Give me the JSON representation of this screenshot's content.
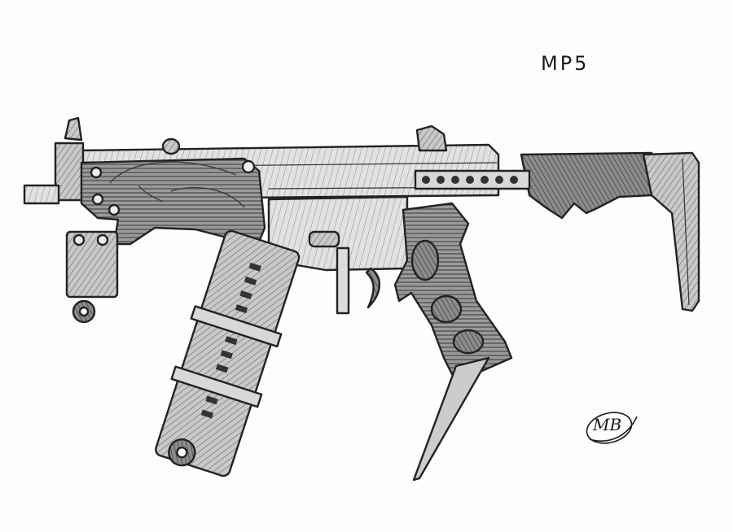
{
  "artwork": {
    "medium": "pencil sketch",
    "subject": "MP5 submachine gun (stylized, ornate)",
    "title_label": "MP5",
    "signature": "MB",
    "colors": {
      "paper": "#fdfdfd",
      "graphite_dark": "#222222",
      "graphite_mid": "#6b6b6b",
      "graphite_light": "#b5b5b5"
    },
    "parts": [
      "front-sight",
      "muzzle",
      "receiver",
      "ornate-handguard",
      "front-grip-mount",
      "sling-loop",
      "rear-sight",
      "side-rail-with-holes",
      "magazine-with-straps",
      "magazine-well",
      "trigger",
      "pistol-grip",
      "spike-blade",
      "wrapped-stock-tube",
      "buttstock"
    ]
  }
}
